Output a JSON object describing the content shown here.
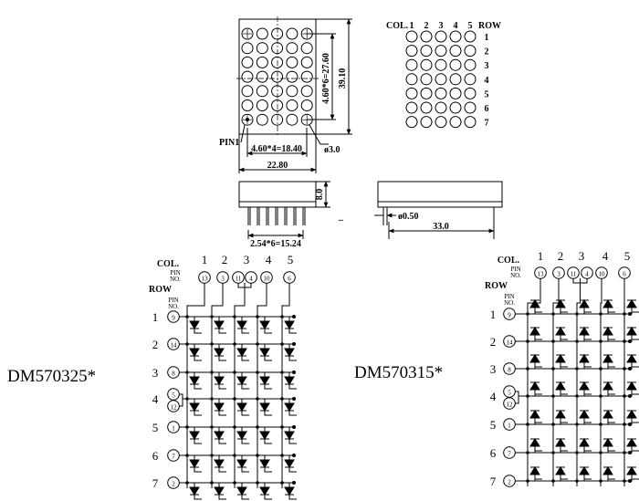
{
  "front_view": {
    "dims": {
      "width_total": "22.80",
      "col_pitch": "4.60*4=18.40",
      "height_total": "39.10",
      "row_pitch": "4.60*6=27.60",
      "dot_diameter": "ø3.0",
      "pin1": "PIN1"
    }
  },
  "side_view": {
    "height": "8.0",
    "pin_span": "2.54*6=15.24",
    "pin_diameter": "ø0.50",
    "length": "33.0",
    "dash": "–"
  },
  "dot_map": {
    "col_header": "COL.",
    "row_header": "ROW",
    "cols": [
      "1",
      "2",
      "3",
      "4",
      "5"
    ],
    "rows": [
      "1",
      "2",
      "3",
      "4",
      "5",
      "6",
      "7"
    ]
  },
  "schematics": [
    {
      "model": "DM570325*",
      "col_label": "COL.",
      "pin_label": [
        "PIN",
        "NO."
      ],
      "row_label": "ROW",
      "row_pin_label": [
        "PIN",
        "NO."
      ],
      "col_numbers": [
        "1",
        "2",
        "3",
        "4",
        "5"
      ],
      "col_pins": [
        "13",
        "3",
        "11",
        "4",
        "10",
        "6"
      ],
      "row_numbers": [
        "1",
        "2",
        "3",
        "4",
        "5",
        "6",
        "7"
      ],
      "row_pins": [
        "9",
        "14",
        "8",
        "5",
        "12",
        "1",
        "7",
        "2"
      ]
    },
    {
      "model": "DM570315*",
      "col_label": "COL.",
      "pin_label": [
        "PIN",
        "NO."
      ],
      "row_label": "ROW",
      "row_pin_label": [
        "PIN",
        "NO."
      ],
      "col_numbers": [
        "1",
        "2",
        "3",
        "4",
        "5"
      ],
      "col_pins": [
        "13",
        "3",
        "11",
        "4",
        "10",
        "6"
      ],
      "row_numbers": [
        "1",
        "2",
        "3",
        "4",
        "5",
        "6",
        "7"
      ],
      "row_pins": [
        "9",
        "14",
        "8",
        "5",
        "12",
        "1",
        "7",
        "2"
      ]
    }
  ]
}
